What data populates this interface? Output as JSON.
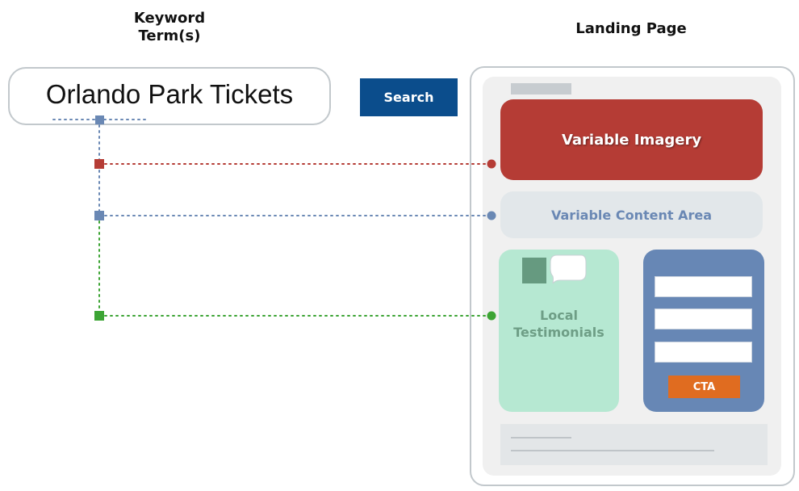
{
  "headings": {
    "keyword": "Keyword\nTerm(s)",
    "landing_page": "Landing Page"
  },
  "keyword_box": {
    "text": "Orlando Park Tickets"
  },
  "search_button": {
    "label": "Search"
  },
  "landing_page": {
    "variable_imagery": "Variable Imagery",
    "variable_content": "Variable Content Area",
    "testimonials": "Local\nTestimonials",
    "cta": "CTA"
  },
  "colors": {
    "keyword_connector": "#6a88b4",
    "imagery_connector": "#b53c35",
    "content_connector": "#6a88b4",
    "testimonials_connector": "#3ca434",
    "search_button": "#0b4d8c",
    "variable_imagery": "#b53c35",
    "testimonials": "#b6e8d2",
    "form_panel": "#6787b5",
    "cta": "#e06c20"
  }
}
